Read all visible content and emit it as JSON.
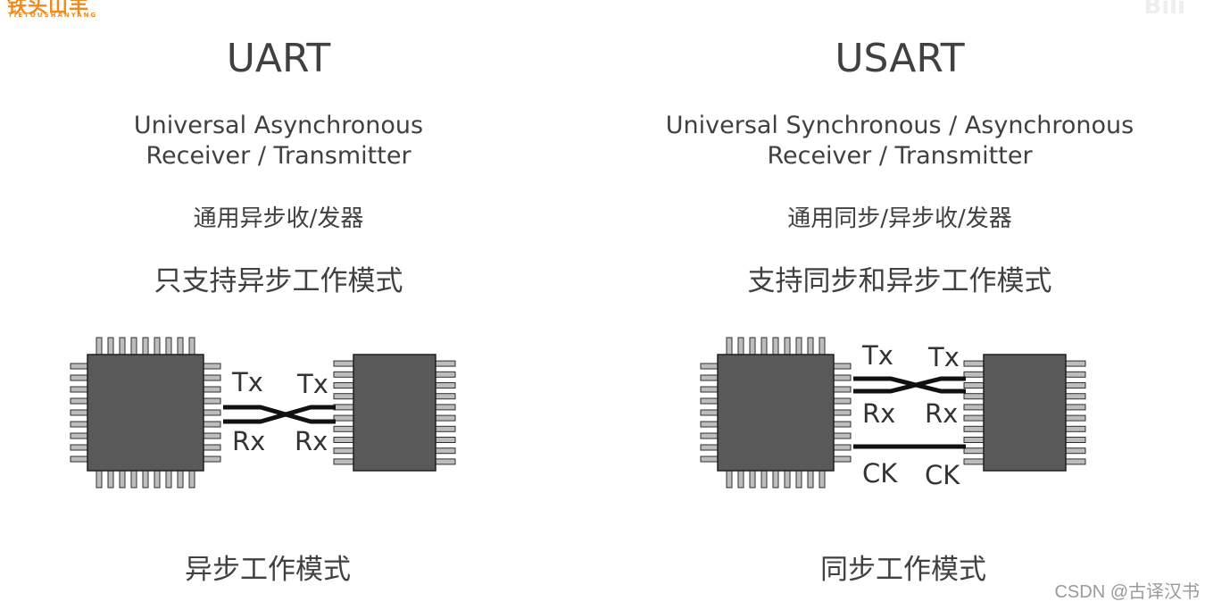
{
  "logo": {
    "text": "铁头山羊",
    "subtext": "TIETOUSHANYANG",
    "color": "#f08a1c"
  },
  "corner_mark": "Bili",
  "uart": {
    "abbr": "UART",
    "en_line1": "Universal Asynchronous",
    "en_line2": "Receiver / Transmitter",
    "cn_name": "通用异步收/发器",
    "feature": "只支持异步工作模式",
    "mode": "异步工作模式",
    "diagram": {
      "left_labels": {
        "tx": "Tx",
        "rx": "Rx"
      },
      "right_labels": {
        "tx": "Tx",
        "rx": "Rx"
      }
    }
  },
  "usart": {
    "abbr": "USART",
    "en_line1": "Universal Synchronous / Asynchronous",
    "en_line2": "Receiver / Transmitter",
    "cn_name": "通用同步/异步收/发器",
    "feature": "支持同步和异步工作模式",
    "mode": "同步工作模式",
    "diagram": {
      "left_labels": {
        "tx": "Tx",
        "rx": "Rx",
        "ck": "CK"
      },
      "right_labels": {
        "tx": "Tx",
        "rx": "Rx",
        "ck": "CK"
      }
    }
  },
  "watermark": "CSDN @古译汉书",
  "colors": {
    "chip_body": "#595959",
    "chip_pin": "#bdbdbd",
    "wire": "#111111",
    "text": "#404040"
  }
}
